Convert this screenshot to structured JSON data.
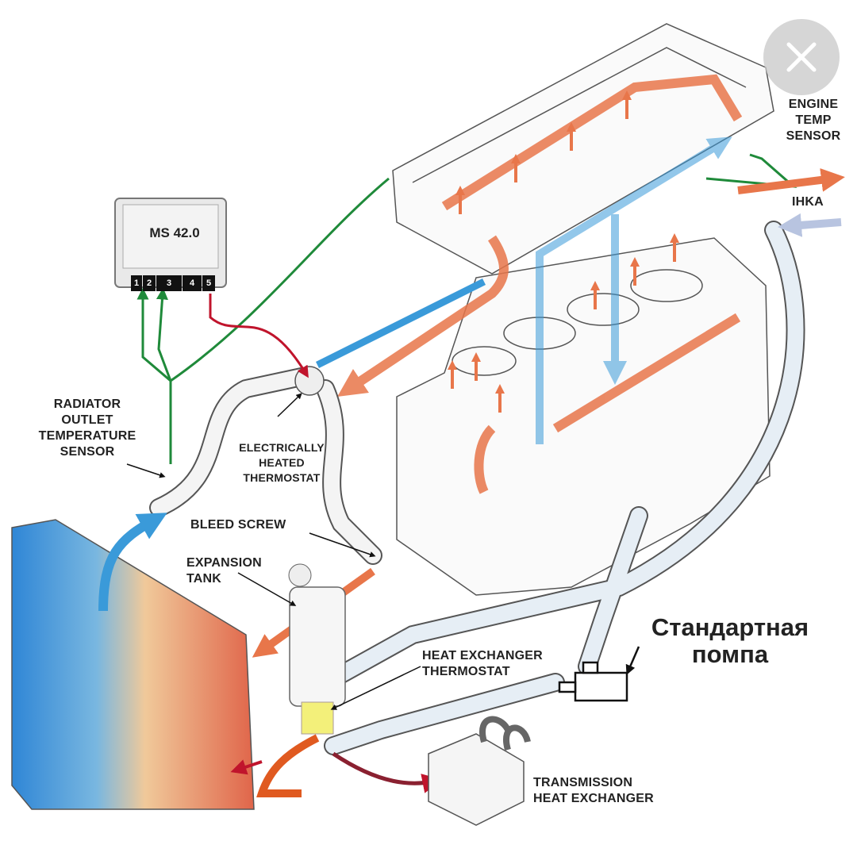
{
  "ecu": {
    "title": "MS 42.0",
    "pins": [
      "1",
      "2",
      "3",
      "4",
      "5"
    ]
  },
  "labels": {
    "engine_temp_sensor": [
      "ENGINE",
      "TEMP",
      "SENSOR"
    ],
    "ihka": "IHKA",
    "radiator_outlet_sensor": [
      "RADIATOR",
      "OUTLET",
      "TEMPERATURE",
      "SENSOR"
    ],
    "thermostat": [
      "ELECTRICALLY",
      "HEATED",
      "THERMOSTAT"
    ],
    "bleed_screw": "BLEED SCREW",
    "expansion_tank": [
      "EXPANSION",
      "TANK"
    ],
    "heat_exchanger_thermostat": [
      "HEAT EXCHANGER",
      "THERMOSTAT"
    ],
    "pump": [
      "Стандартная",
      "помпа"
    ],
    "transmission_heat_exchanger": [
      "TRANSMISSION",
      "HEAT EXCHANGER"
    ]
  },
  "close_button": {
    "icon": "close-icon"
  },
  "colors": {
    "hot": "#e8764a",
    "cold": "#3a9ad9",
    "signal_green": "#1f8a3a",
    "signal_red": "#c0142c",
    "hose": "#f2f2f2"
  }
}
